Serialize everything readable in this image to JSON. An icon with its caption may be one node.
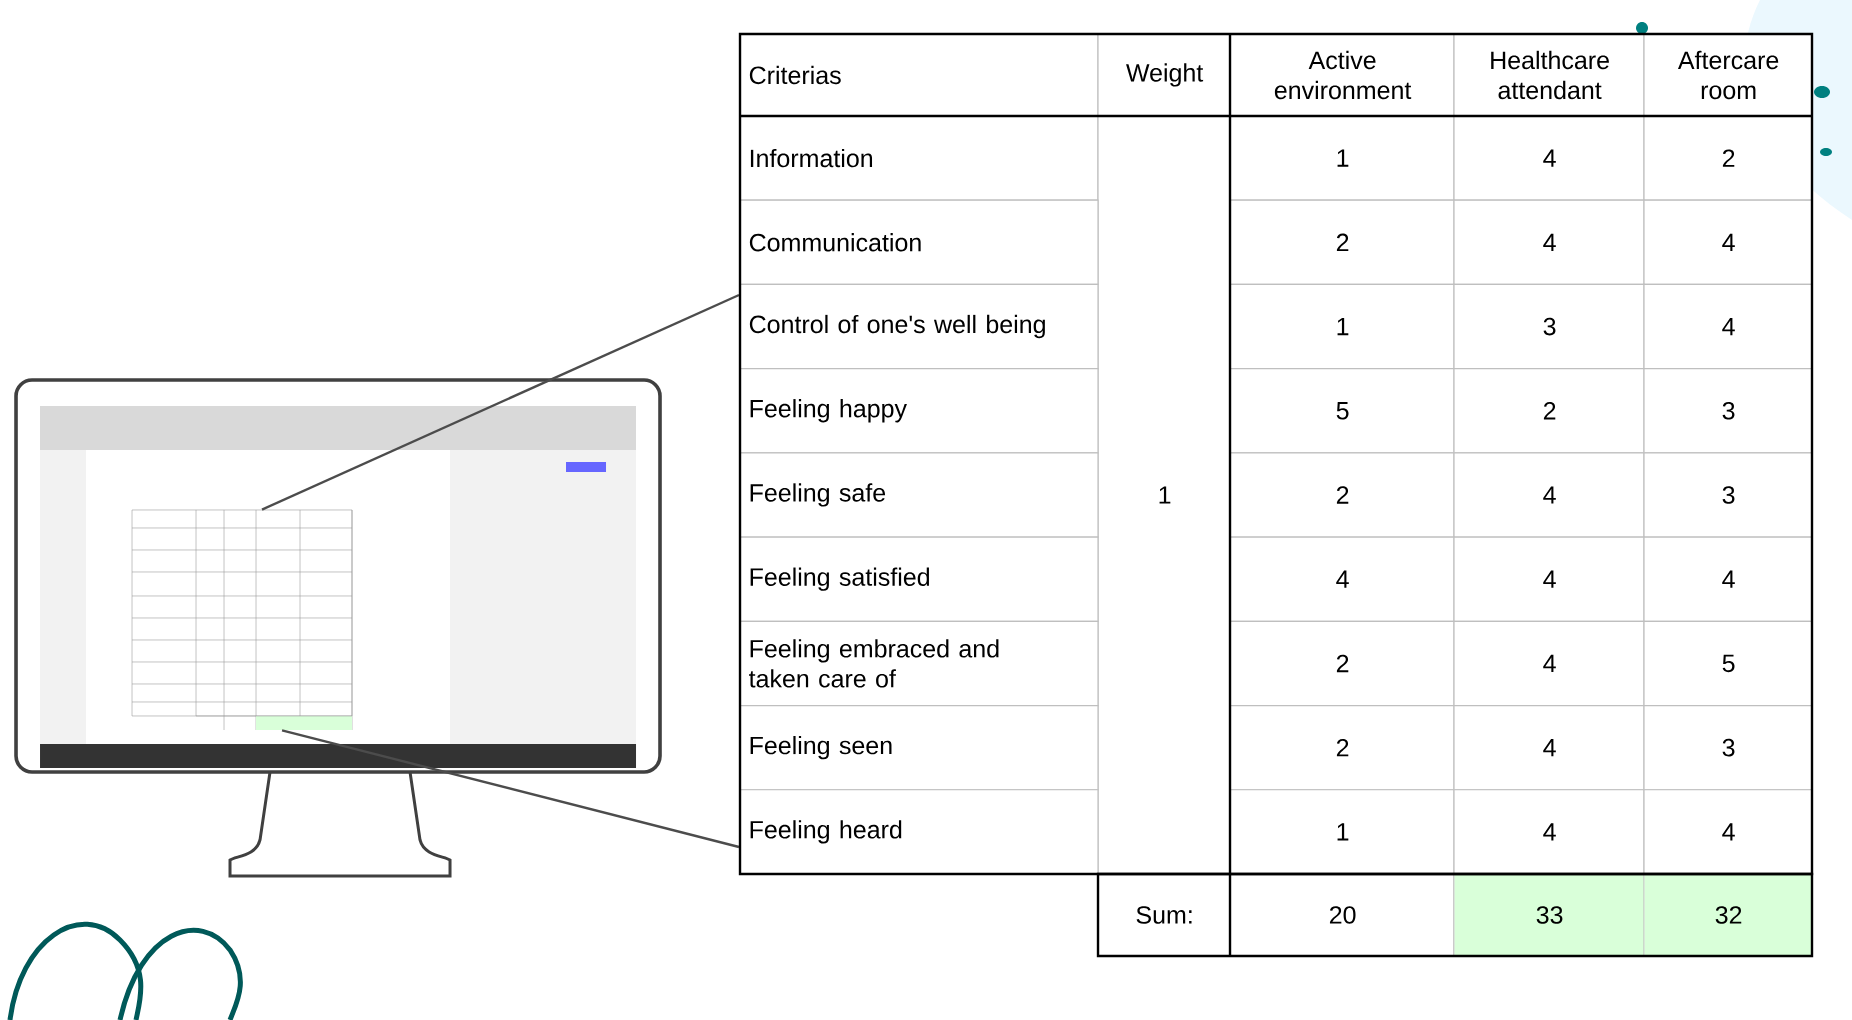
{
  "diagram": {
    "nodes": [
      {
        "text": [],
        "shape": "picture"
      },
      {
        "text": [],
        "shape": "box"
      }
    ],
    "edges": [
      {
        "from": 0,
        "to": 1,
        "arrow": "none"
      },
      {
        "from": 0,
        "to": 1,
        "arrow": "none"
      }
    ],
    "labels": [
      "Criterias",
      "Weight",
      "Active environment",
      "Healthcare attendant",
      "Aftercare room",
      "Information",
      "1",
      "1",
      "4",
      "2",
      "Communication",
      "2",
      "4",
      "4",
      "Control of one's well being",
      "1",
      "3",
      "4",
      "Feeling happy",
      "5",
      "2",
      "3",
      "Feeling safe",
      "2",
      "4",
      "3",
      "Feeling satisfied",
      "4",
      "4",
      "4",
      "Feeling embraced and taken care of",
      "2",
      "4",
      "5",
      "Feeling seen",
      "2",
      "4",
      "3",
      "Feeling heard",
      "1",
      "4",
      "4",
      "Sum:",
      "20",
      "33",
      "32"
    ]
  }
}
